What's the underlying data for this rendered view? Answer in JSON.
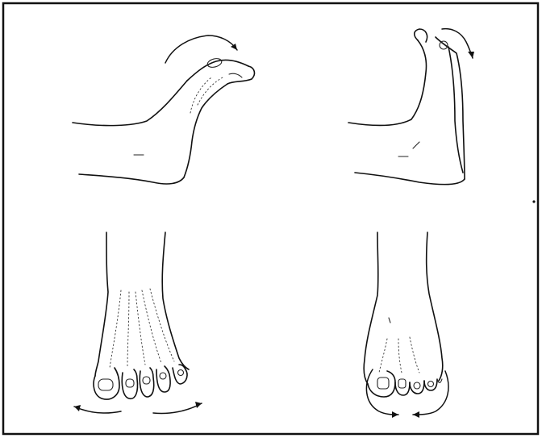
{
  "figure": {
    "panels": [
      {
        "id": "dorsiflexion-side",
        "view": "lateral",
        "motion": "toe-extension"
      },
      {
        "id": "plantarflexion-side",
        "view": "lateral",
        "motion": "toe-flexion"
      },
      {
        "id": "spread-top",
        "view": "dorsal",
        "motion": "toe-abduction"
      },
      {
        "id": "curl-top",
        "view": "dorsal",
        "motion": "toe-flexion"
      }
    ],
    "colors": {
      "ink": "#111111",
      "background": "#ffffff",
      "border": "#111111"
    }
  }
}
